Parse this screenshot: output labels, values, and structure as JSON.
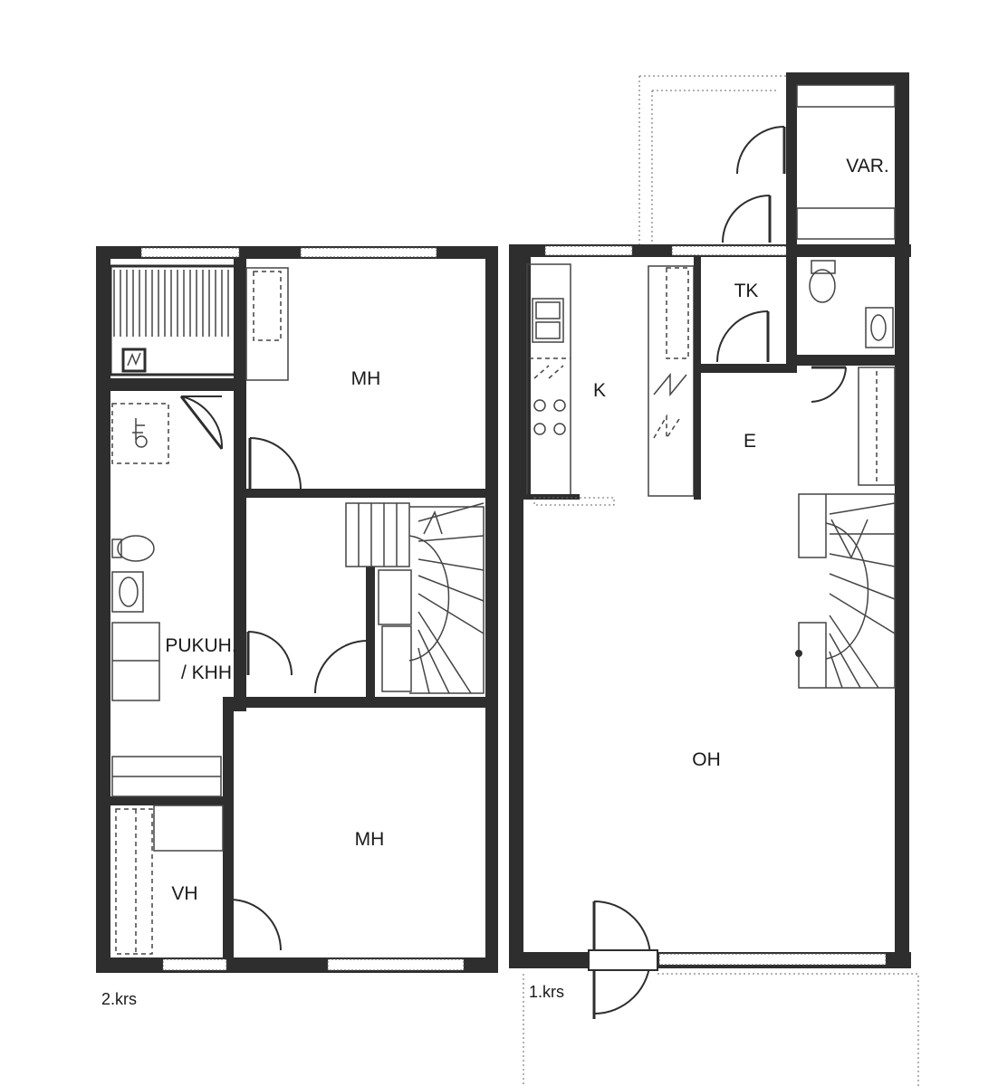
{
  "floors": [
    {
      "id": "upper",
      "label": "2.krs",
      "rooms": [
        {
          "id": "mh-top",
          "label": "MH"
        },
        {
          "id": "pukuh",
          "label": "PUKUH."
        },
        {
          "id": "khh",
          "label": "/ KHH"
        },
        {
          "id": "mh-bottom",
          "label": "MH"
        },
        {
          "id": "vh",
          "label": "VH"
        }
      ]
    },
    {
      "id": "ground",
      "label": "1.krs",
      "rooms": [
        {
          "id": "k",
          "label": "K"
        },
        {
          "id": "tk",
          "label": "TK"
        },
        {
          "id": "var",
          "label": "VAR."
        },
        {
          "id": "e",
          "label": "E"
        },
        {
          "id": "oh",
          "label": "OH"
        }
      ]
    }
  ],
  "colors": {
    "wall": "#2e2e2e",
    "background": "#ffffff"
  }
}
